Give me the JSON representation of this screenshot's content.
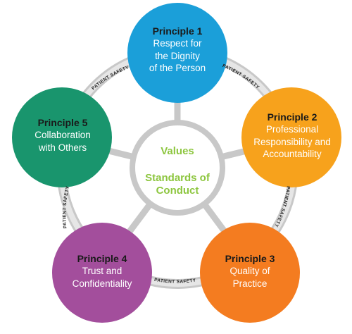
{
  "colors": {
    "blue": "#1b9fd9",
    "orange_yellow": "#f7a21c",
    "orange": "#f47c20",
    "purple": "#a34e9c",
    "green": "#19956d",
    "values_text": "#8dc63f",
    "ring": "#c8c8c8"
  },
  "principles": [
    {
      "title": "Principle 1",
      "body": "Respect for\nthe Dignity\nof the Person"
    },
    {
      "title": "Principle 2",
      "body": "Professional\nResponsibility and\nAccountability"
    },
    {
      "title": "Principle 3",
      "body": "Quality of\nPractice"
    },
    {
      "title": "Principle 4",
      "body": "Trust and\nConfidentiality"
    },
    {
      "title": "Principle 5",
      "body": "Collaboration\nwith Others"
    }
  ],
  "center": {
    "line1": "Values",
    "line2": "Standards of\nConduct"
  },
  "ring_label": "PATIENT SAFETY"
}
